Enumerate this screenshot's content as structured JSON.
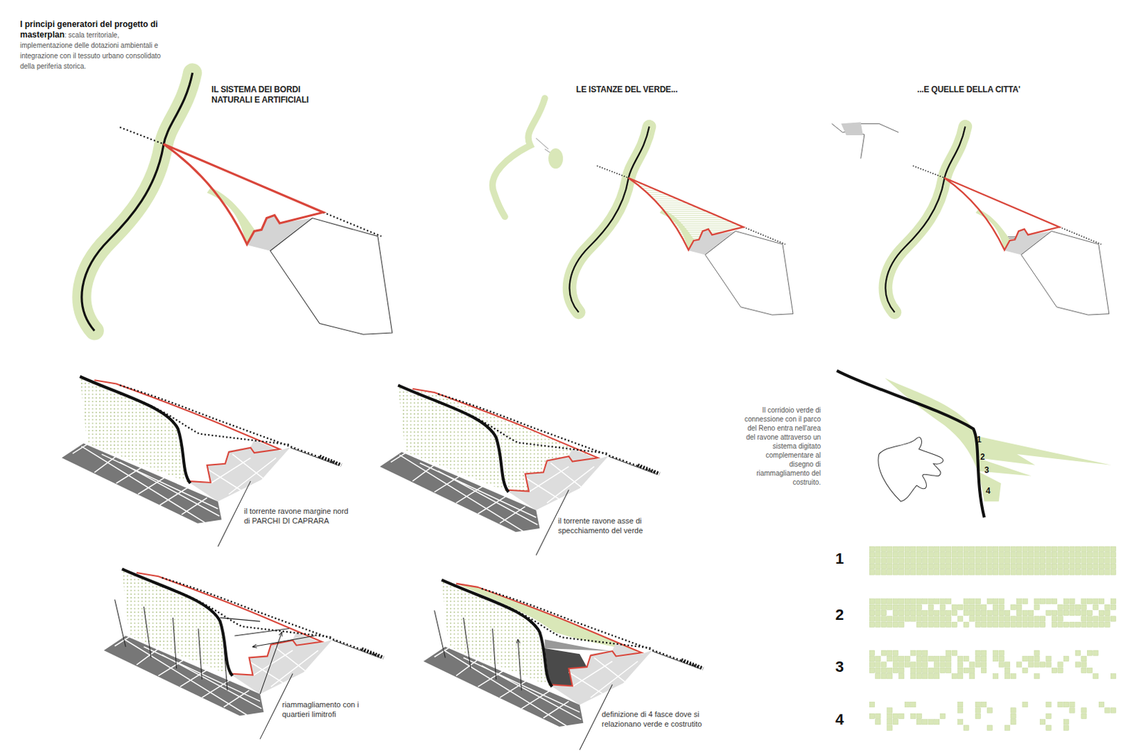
{
  "diagram": {
    "title": "I principi generatori del progetto di masterplan",
    "labels": [
      ": scala territoriale, implementazione delle dotazioni ambientali e integrazione con il tessuto urbano consolidato della periferia storica.",
      "IL SISTEMA DEI BORDI NATURALI E ARTIFICIALI",
      "LE ISTANZE DEL VERDE...",
      "...E QUELLE DELLA CITTA'",
      "il torrente ravone margine nord di PARCHI DI CAPRARA",
      "il torrente ravone asse di specchiamento del verde",
      "riammagliamento con i quartieri limitrofi",
      "definizione di 4 fasce dove si relazionano verde e costrutito",
      "Il corridoio verde di connessione con il parco del Reno entra nell'area del ravone attraverso un sistema digitato complementare al disegno di riammagliamento del costruito.",
      "1",
      "2",
      "3",
      "4",
      "1",
      "2",
      "3",
      "4"
    ]
  }
}
